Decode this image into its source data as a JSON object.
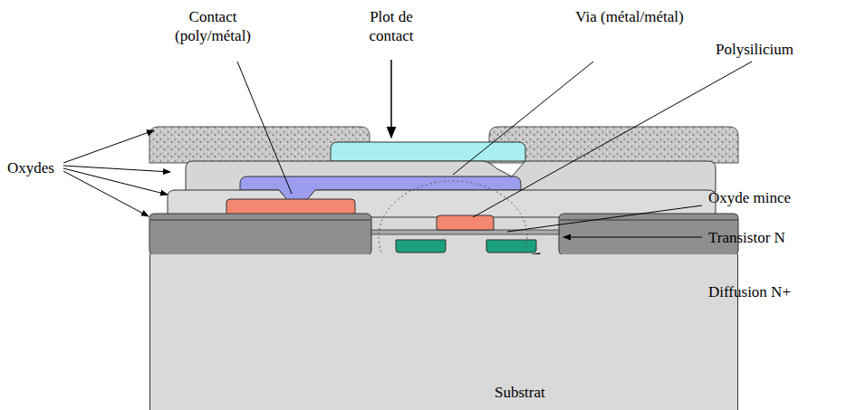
{
  "diagram": {
    "nodes": [
      {
        "text": [
          "Substrat"
        ]
      }
    ],
    "labels": [
      "Contact (poly/métal)",
      "Plot de contact",
      "Via (métal/métal)",
      "Polysilicium",
      "Oxydes",
      "Oxyde mince",
      "Transistor N",
      "Diffusion N+"
    ]
  }
}
